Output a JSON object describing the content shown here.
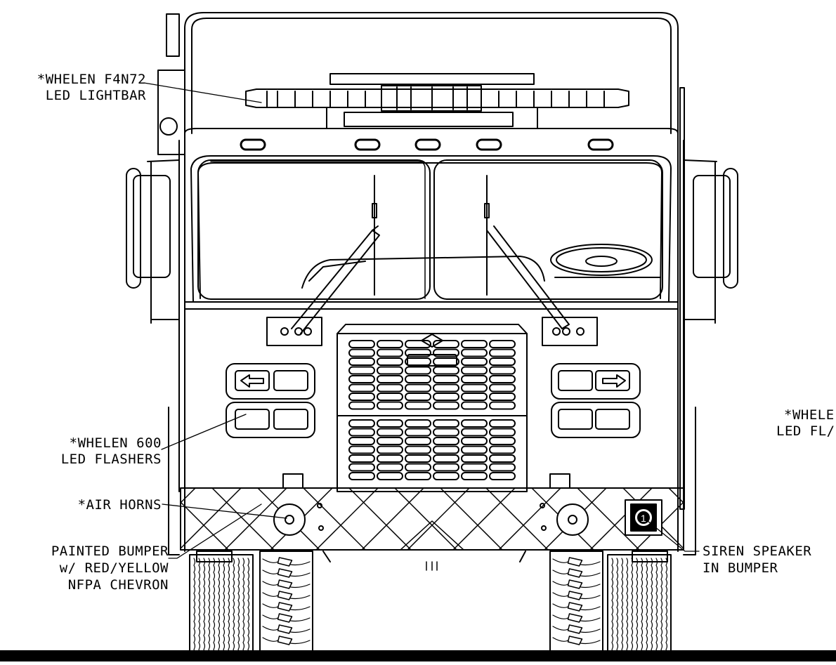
{
  "callouts": {
    "lightbar": [
      "*WHELEN F4N72",
      "LED LIGHTBAR"
    ],
    "flashers_left": [
      "*WHELEN 600",
      "LED FLASHERS"
    ],
    "flashers_right": [
      "*WHELE",
      "LED FL/"
    ],
    "air_horns": "*AIR HORNS",
    "bumper": [
      "PAINTED BUMPER",
      "w/ RED/YELLOW",
      "NFPA CHEVRON"
    ],
    "siren": [
      "SIREN SPEAKER",
      "IN BUMPER"
    ]
  },
  "colors": {
    "ink": "#000000",
    "paper": "#ffffff"
  }
}
